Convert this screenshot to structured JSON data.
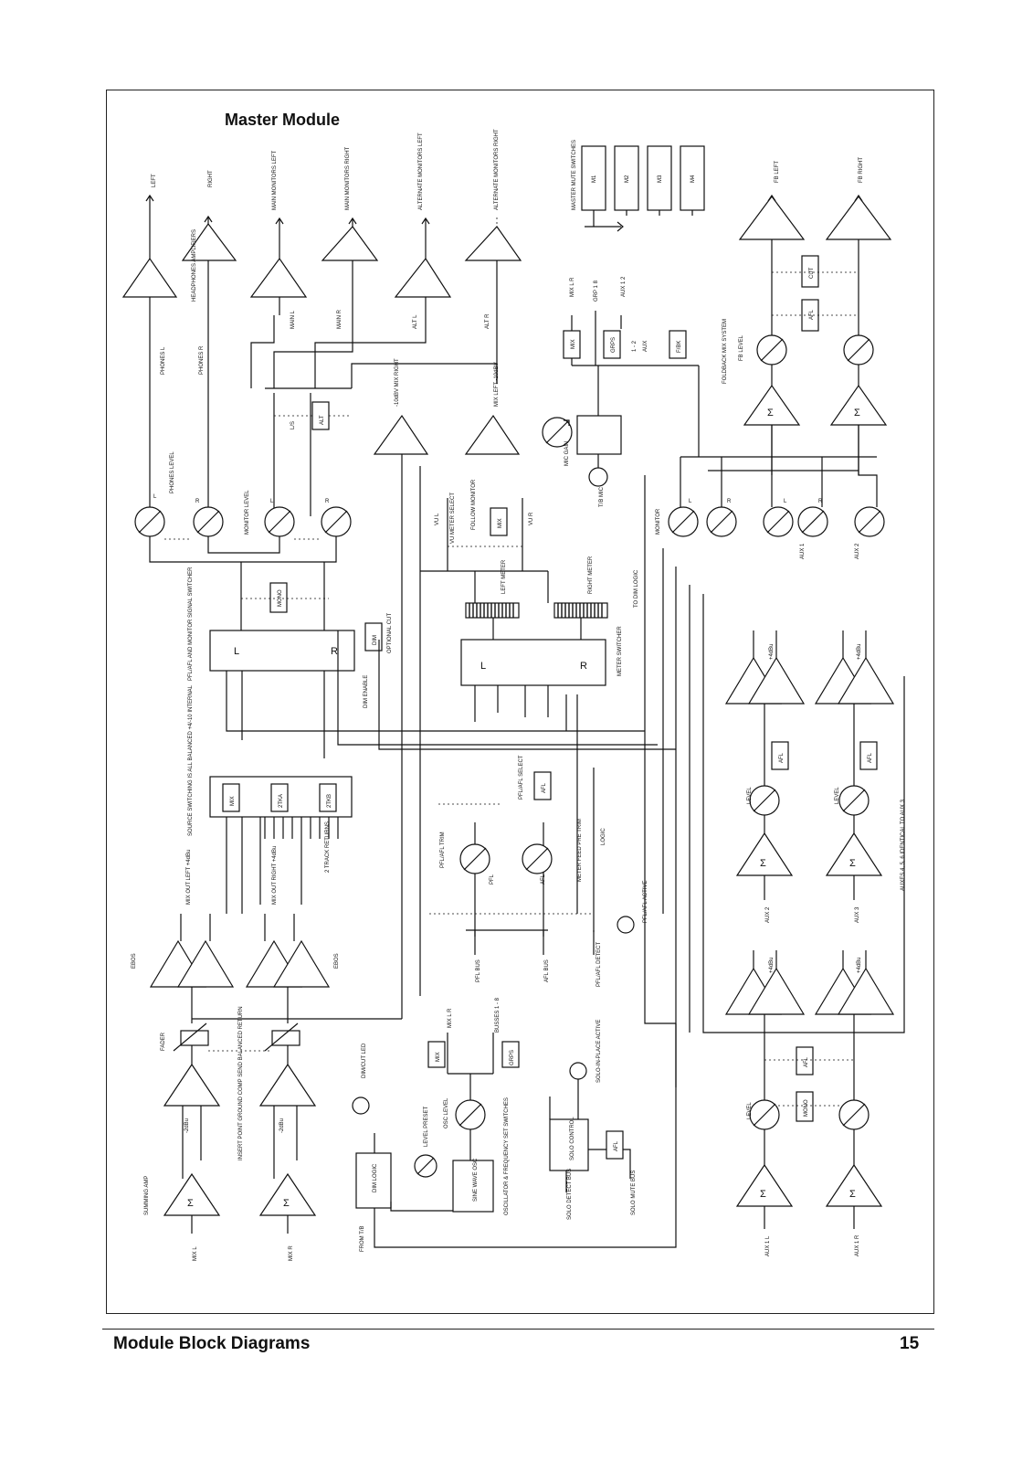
{
  "page": {
    "title": "Master Module",
    "footer_left": "Module Block Diagrams",
    "footer_right": "15"
  },
  "labels": {
    "phones_out_left": "LEFT",
    "phones_out_right": "RIGHT",
    "main_monitors_left": "MAIN MONITORS LEFT",
    "main_monitors_right": "MAIN MONITORS RIGHT",
    "alternate_monitors_left": "ALTERNATE MONITORS LEFT",
    "alternate_monitors_right": "ALTERNATE MONITORS RIGHT",
    "master_mute_switches": "MASTER MUTE SWITCHES",
    "m1": "M1",
    "m2": "M2",
    "m3": "M3",
    "m4": "M4",
    "fb_left": "FB LEFT",
    "fb_right": "FB RIGHT",
    "headphones_amplifiers": "HEADPHONES AMPLIFIERS",
    "phones_l": "PHONES L",
    "phones_r": "PHONES R",
    "main_l": "MAIN L",
    "main_r": "MAIN R",
    "alt_l": "ALT L",
    "alt_r": "ALT R",
    "mix_lr": "MIX L R",
    "grp_18": "GRP 1 8",
    "aux_12": "AUX 1 2",
    "mix_btn": "MIX",
    "grps_btn": "GRPS",
    "aux_1_2": "1 - 2",
    "aux_word": "AUX",
    "fbk_btn": "F/BK",
    "foldback_mix_system": "FOLDBACK MIX SYSTEM",
    "fb_level": "FB LEVEL",
    "cut": "CUT",
    "afl": "AFL",
    "ls": "L/S",
    "alt": "ALT",
    "mix_right_10": "-10dBV MIX RIGHT",
    "mix_left_10": "MIX LEFT -10dBV",
    "mic_gain": "MIC GAIN",
    "tb_mic": "T/B MIC",
    "phones_level": "PHONES LEVEL",
    "monitor_level": "MONITOR LEVEL",
    "vu_l": "VU L",
    "vu_meter_select": "VU METER SELECT",
    "follow_monitor": "FOLLOW MONITOR",
    "vu_r": "VU R",
    "monitor": "MONITOR",
    "aux_1": "AUX 1",
    "aux_2": "AUX 2",
    "mono": "MONO",
    "optional_cut": "OPTIONAL CUT",
    "dim": "DIM",
    "dim_enable": "DIM ENABLE",
    "pfl_afl_switcher": "PFL/AFL AND MONITOR SIGNAL SWITCHER",
    "left_meter": "LEFT METER",
    "right_meter": "RIGHT METER",
    "meter_switcher": "METER SWITCHER",
    "to_dim_logic": "TO DIM LOGIC",
    "plus4dbu": "+4dBu",
    "l": "L",
    "r": "R",
    "source_switching": "SOURCE SWITCHING IS ALL BALANCED +4/-10 INTERNAL",
    "mix_sw": "MIX",
    "twotka": "2TKA",
    "twotkb": "2TKB",
    "two_track_returns": "2 TRACK RETURNS",
    "pfl_afl_select": "PFL/AFL SELECT",
    "pfl_afl_trim": "PFL/AFL TRIM",
    "pfl": "PFL",
    "meter_feed_pre_trim": "METER FEED PRE TRIM",
    "logic": "LOGIC",
    "level": "LEVEL",
    "auxes_note": "AUXES 4, 5, 6 IDENTICAL TO AUX 3",
    "aux_2_in": "AUX 2",
    "aux_3_in": "AUX 3",
    "mix_out_left": "MIX OUT LEFT +4dBu",
    "mix_out_right": "MIX OUT RIGHT +4dBu",
    "ebos": "EBOS",
    "pfl_afl_active": "PFL/AFL ACTIVE",
    "pfl_bus": "PFL BUS",
    "afl_bus": "AFL BUS",
    "pfl_afl_detect": "PFL/AFL DETECT",
    "fader": "FADER",
    "mix_lr_b": "MIX L R",
    "busses_18": "BUSSES 1 - 8",
    "dim_cut_led": "DIM/CUT LED",
    "solo_in_place_active": "SOLO-IN-PLACE ACTIVE",
    "summing_amp": "SUMMING AMP",
    "insert_point": "INSERT POINT GROUND COMP SEND BALANCED RETURN",
    "minus2dbu": "-2dBu",
    "osc_level": "OSC LEVEL",
    "level_preset": "LEVEL PRESET",
    "dim_logic": "DIM LOGIC",
    "sine_wave_osc": "SINE WAVE OSC",
    "osc_freq_switches": "OSCILLATOR & FREQUENCY SET SWITCHES",
    "solo_control": "SOLO CONTROL",
    "solo_detect_bus": "SOLO DETECT BUS",
    "solo_mute_bus": "SOLO MUTE BUS",
    "mix_l_in": "MIX L",
    "mix_r_in": "MIX R",
    "from_tb": "FROM T/B",
    "aux_1l": "AUX 1 L",
    "aux_1r": "AUX 1 R",
    "sigma": "Σ"
  }
}
